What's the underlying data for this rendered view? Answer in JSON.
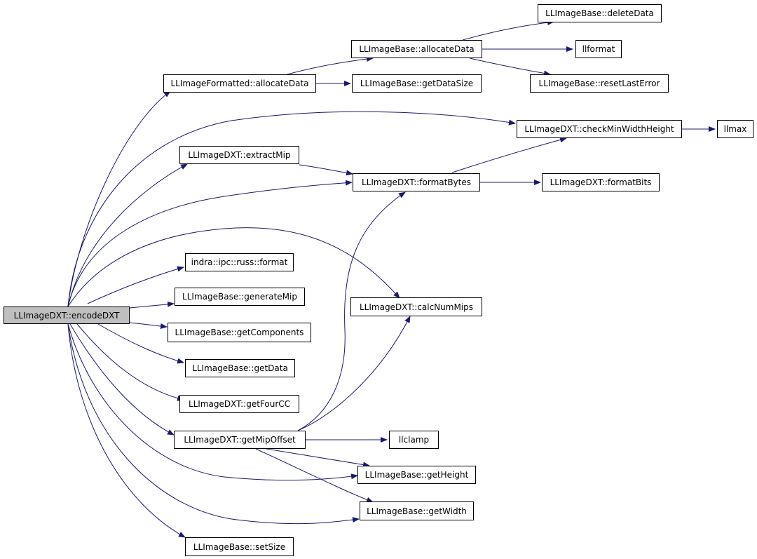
{
  "colors": {
    "edge": "#191970",
    "root_fill": "#bfbfbf",
    "node_fill": "#ffffff",
    "border": "#000000"
  },
  "nodes": {
    "encodeDXT": "LLImageDXT::encodeDXT",
    "formattedAllocateData": "LLImageFormatted::allocateData",
    "baseAllocateData": "LLImageBase::allocateData",
    "deleteData": "LLImageBase::deleteData",
    "llformat": "llformat",
    "resetLastError": "LLImageBase::resetLastError",
    "getDataSize": "LLImageBase::getDataSize",
    "checkMinWidthHeight": "LLImageDXT::checkMinWidthHeight",
    "llmax": "llmax",
    "extractMip": "LLImageDXT::extractMip",
    "formatBytes": "LLImageDXT::formatBytes",
    "formatBits": "LLImageDXT::formatBits",
    "russFormat": "indra::ipc::russ::format",
    "generateMip": "LLImageBase::generateMip",
    "calcNumMips": "LLImageDXT::calcNumMips",
    "getComponents": "LLImageBase::getComponents",
    "getData": "LLImageBase::getData",
    "getFourCC": "LLImageDXT::getFourCC",
    "getMipOffset": "LLImageDXT::getMipOffset",
    "llclamp": "llclamp",
    "getHeight": "LLImageBase::getHeight",
    "getWidth": "LLImageBase::getWidth",
    "setSize": "LLImageBase::setSize"
  }
}
